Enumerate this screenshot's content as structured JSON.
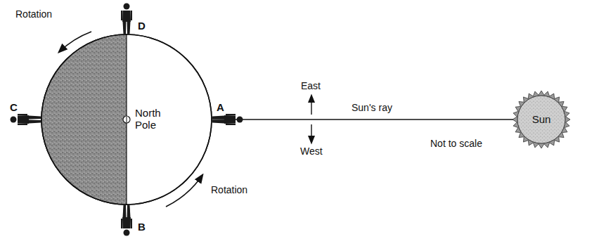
{
  "diagram": {
    "nodes": [
      {
        "text": [
          "North Pole"
        ]
      },
      {
        "text": [
          "Sun"
        ]
      }
    ],
    "edges": [
      {
        "from": 0,
        "to": 1,
        "arrow": "none",
        "label": "Sun's ray"
      }
    ],
    "labels": [
      "Rotation",
      "D",
      "C",
      "A",
      "East",
      "West",
      "Not to scale",
      "Rotation",
      "B"
    ]
  }
}
